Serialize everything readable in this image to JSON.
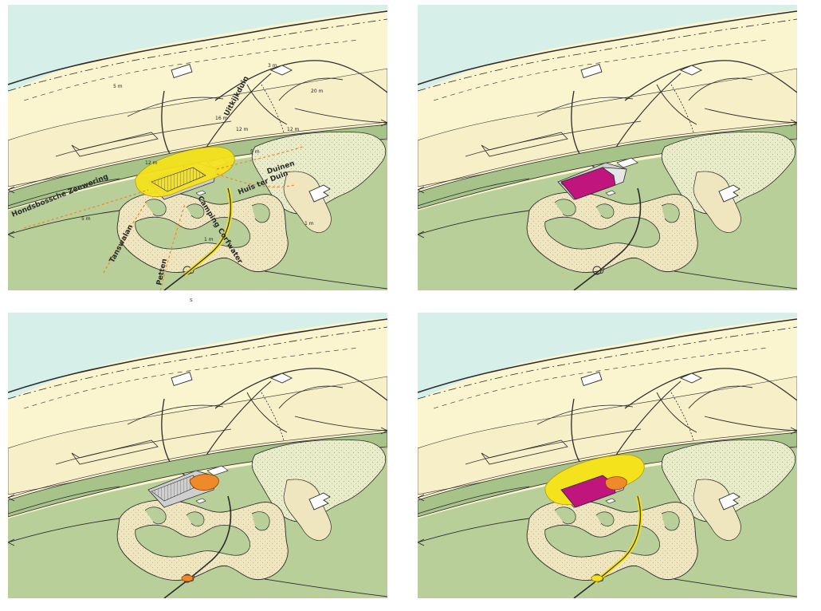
{
  "colors": {
    "sea": "#d6efe9",
    "beach": "#faf4cf",
    "dune_land": "#f6efc7",
    "dune_forest": "#e9ecc9",
    "green_polder": "#b9cf9a",
    "dike_band": "#a7c38a",
    "sand_path": "#efe6bf",
    "yellow_highlight": "#f4e21d",
    "magenta_building": "#c0157d",
    "orange_highlight": "#ee8a2a",
    "grey_building": "#b8b8b8",
    "line": "#2b2b2b"
  },
  "panels": [
    {
      "id": "panel-1",
      "variant": "annotated"
    },
    {
      "id": "panel-2",
      "variant": "magenta-building"
    },
    {
      "id": "panel-3",
      "variant": "orange-highlight"
    },
    {
      "id": "panel-4",
      "variant": "combined"
    }
  ],
  "labels": {
    "uitkijkduin": "Uitkijkduin",
    "duinen": "Duinen",
    "huis_ter_duin": "Huis ter Duin",
    "hondsbossche_zeewering": "Hondsbossche Zeewering",
    "tanswalan": "Tanswalan",
    "camping": "Camping Corfwater",
    "petten": "Petten"
  },
  "elevations": [
    "5 m",
    "16 m",
    "12 m",
    "20 m",
    "12 m",
    "12 m",
    "1 m",
    "1 m",
    "5 m",
    "3 m",
    "5 m"
  ],
  "footnote": "s"
}
